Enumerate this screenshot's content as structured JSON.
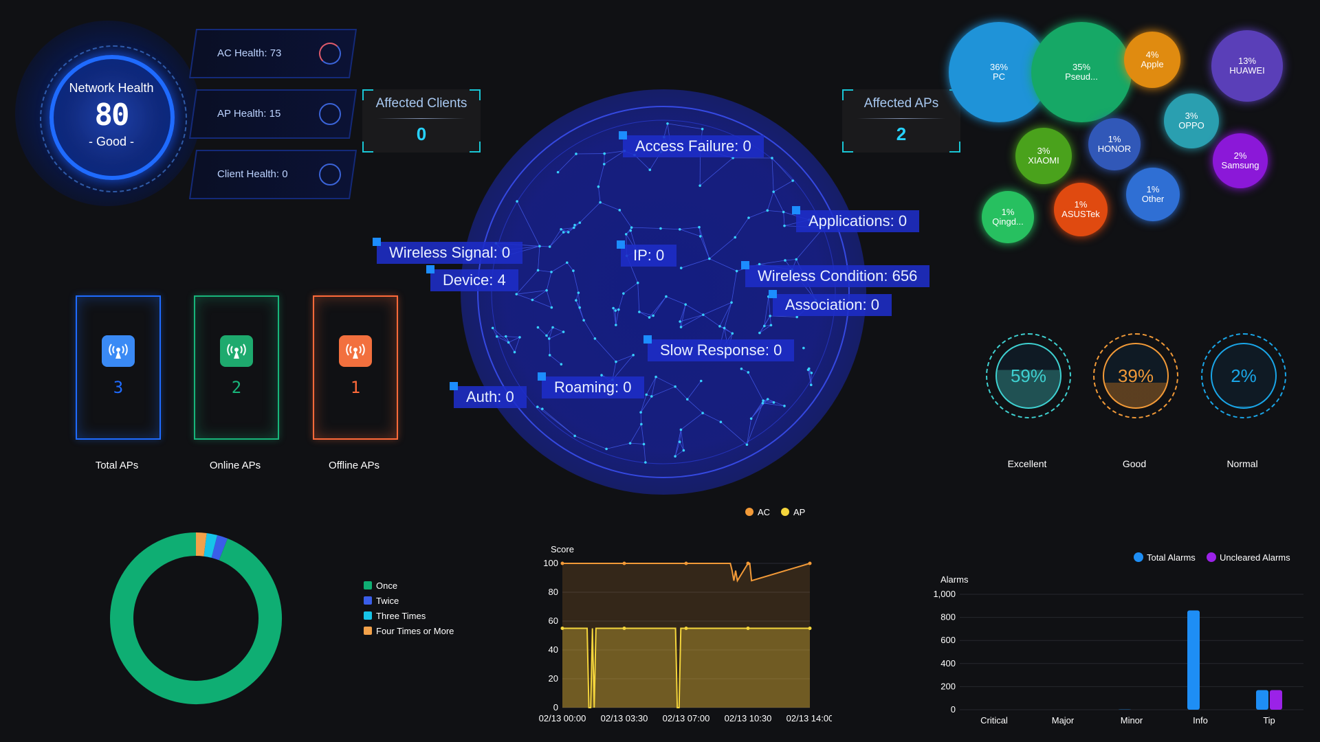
{
  "health": {
    "title": "Network Health",
    "score": "80",
    "status": "- Good -",
    "cards": [
      {
        "label": "AC Health: 73"
      },
      {
        "label": "AP Health: 15"
      },
      {
        "label": "Client Health: 0"
      }
    ]
  },
  "affected_clients": {
    "title": "Affected Clients",
    "value": "0"
  },
  "affected_aps": {
    "title": "Affected APs",
    "value": "2"
  },
  "globe_labels": [
    "Access Failure: 0",
    "Applications: 0",
    "Wireless Signal: 0",
    "Device: 4",
    "IP: 0",
    "Wireless Condition: 656",
    "Association: 0",
    "Slow Response: 0",
    "Roaming: 0",
    "Auth: 0"
  ],
  "vendor_bubbles": [
    {
      "pct": "36%",
      "name": "PC",
      "color": "#1f93d8"
    },
    {
      "pct": "35%",
      "name": "Pseud...",
      "color": "#16a866"
    },
    {
      "pct": "4%",
      "name": "Apple",
      "color": "#e08b10"
    },
    {
      "pct": "13%",
      "name": "HUAWEI",
      "color": "#5a3fb8"
    },
    {
      "pct": "3%",
      "name": "OPPO",
      "color": "#2a9fb0"
    },
    {
      "pct": "1%",
      "name": "HONOR",
      "color": "#3158b8"
    },
    {
      "pct": "3%",
      "name": "XIAOMI",
      "color": "#4aa21c"
    },
    {
      "pct": "2%",
      "name": "Samsung",
      "color": "#8b18d8"
    },
    {
      "pct": "1%",
      "name": "Other",
      "color": "#2f6fd4"
    },
    {
      "pct": "1%",
      "name": "Qingd...",
      "color": "#27c060"
    },
    {
      "pct": "1%",
      "name": "ASUSTek",
      "color": "#e04a10"
    }
  ],
  "ap_stats": [
    {
      "label": "Total APs",
      "value": "3",
      "color": "#1f6bff",
      "icon_bg": "#3a8af5",
      "icon": "wifi-ap-icon"
    },
    {
      "label": "Online APs",
      "value": "2",
      "color": "#18b57a",
      "icon_bg": "#1eaa6e",
      "icon": "wifi-ap-icon"
    },
    {
      "label": "Offline APs",
      "value": "1",
      "color": "#ff6a3a",
      "icon_bg": "#f2703e",
      "icon": "wifi-ap-icon"
    }
  ],
  "quality": [
    {
      "pct": "59%",
      "label": "Excellent",
      "value": 59,
      "color": "#3fd1d1"
    },
    {
      "pct": "39%",
      "label": "Good",
      "value": 39,
      "color": "#f29a38"
    },
    {
      "pct": "2%",
      "label": "Normal",
      "value": 2,
      "color": "#1aa6e8"
    }
  ],
  "retry_legend": {
    "items": [
      {
        "name": "Once",
        "color": "#0fae73"
      },
      {
        "name": "Twice",
        "color": "#3a5ee8"
      },
      {
        "name": "Three Times",
        "color": "#17c4e8"
      },
      {
        "name": "Four Times or More",
        "color": "#f2a14a"
      }
    ]
  },
  "chart_data": [
    {
      "type": "pie",
      "donut": true,
      "labels": [
        "Once",
        "Twice",
        "Three Times",
        "Four Times or More"
      ],
      "values": [
        94,
        2,
        2,
        2
      ],
      "colors": [
        "#0fae73",
        "#3a5ee8",
        "#17c4e8",
        "#f2a14a"
      ]
    },
    {
      "type": "line",
      "ylabel": "Score",
      "ylim": [
        0,
        100
      ],
      "yticks": [
        "0",
        "20",
        "40",
        "60",
        "80",
        "100"
      ],
      "xticks": [
        "02/13 00:00",
        "02/13 03:30",
        "02/13 07:00",
        "02/13 10:30",
        "02/13 14:00"
      ],
      "xrange": [
        0,
        14
      ],
      "series": [
        {
          "name": "AC",
          "color": "#f29a38",
          "x": [
            0,
            3.5,
            7,
            9.5,
            9.6,
            9.7,
            9.8,
            9.9,
            10.5,
            10.6,
            10.7,
            14
          ],
          "y": [
            100,
            100,
            100,
            100,
            95,
            88,
            95,
            88,
            100,
            100,
            88,
            100
          ]
        },
        {
          "name": "AP",
          "color": "#f4d53c",
          "x": [
            0,
            1.4,
            1.5,
            1.6,
            1.7,
            1.8,
            1.9,
            3.5,
            6.4,
            6.5,
            6.6,
            6.7,
            7,
            10.5,
            14
          ],
          "y": [
            55,
            55,
            0,
            0,
            55,
            0,
            55,
            55,
            55,
            0,
            0,
            55,
            55,
            55,
            55
          ]
        }
      ],
      "legend": "top-right"
    },
    {
      "type": "bar",
      "ylabel": "Alarms",
      "ylim": [
        0,
        1000
      ],
      "yticks": [
        "0",
        "200",
        "400",
        "600",
        "800",
        "1,000"
      ],
      "categories": [
        "Critical",
        "Major",
        "Minor",
        "Info",
        "Tip"
      ],
      "series": [
        {
          "name": "Total Alarms",
          "color": "#1e8ef5",
          "values": [
            0,
            0,
            2,
            860,
            170
          ]
        },
        {
          "name": "Uncleared Alarms",
          "color": "#9b22e8",
          "values": [
            0,
            0,
            0,
            0,
            170
          ]
        }
      ],
      "legend": "top-right"
    }
  ]
}
